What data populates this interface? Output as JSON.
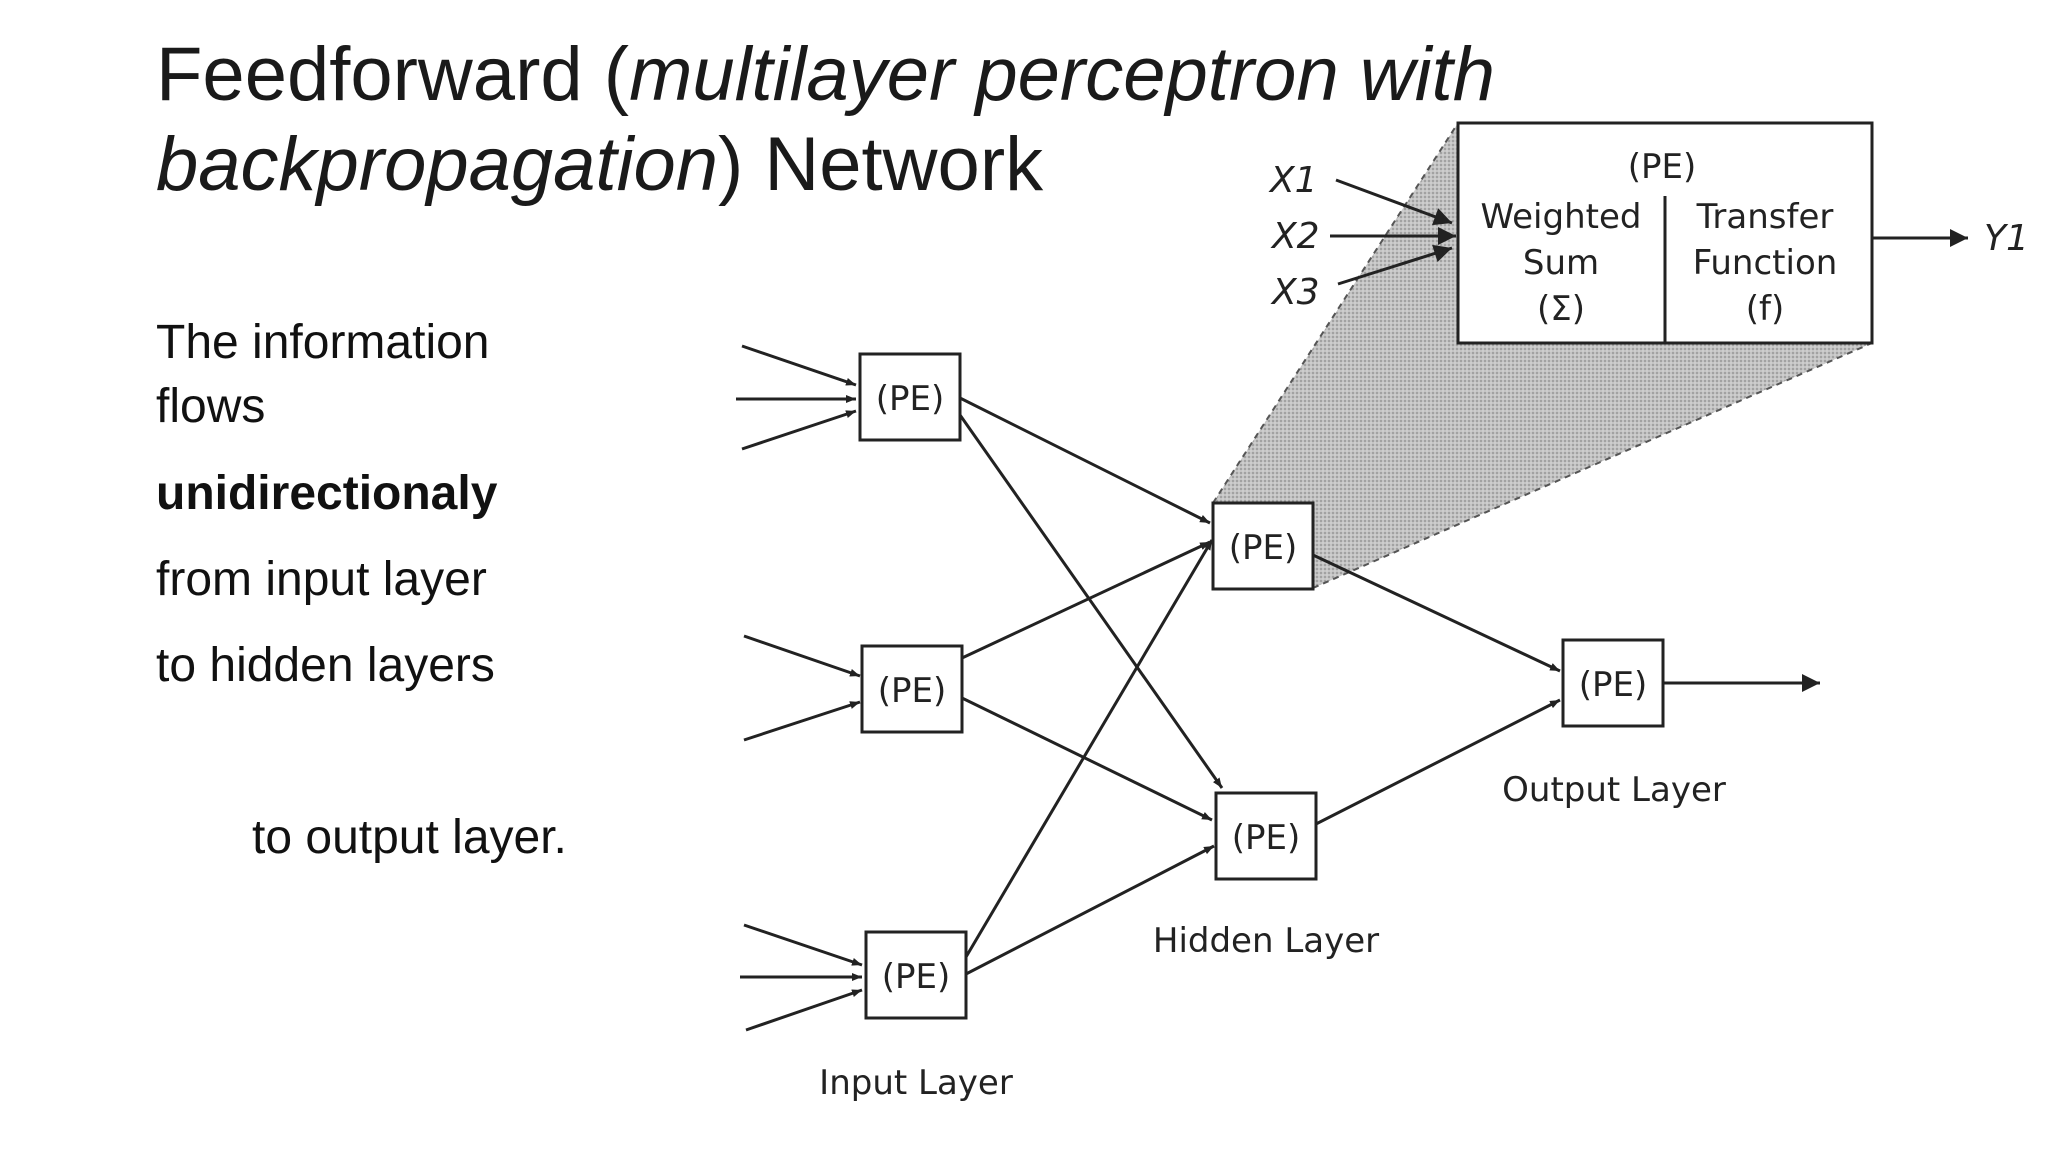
{
  "title": {
    "part1": "Feedforward (",
    "part2": "multilayer perceptron with",
    "part3": "backpropagation",
    "part4": ") Network"
  },
  "body": {
    "line1": "The information",
    "line2": "flows",
    "line3": "unidirectionaly",
    "line4": "from input layer",
    "line5": "to hidden layers",
    "line6": "to output layer."
  },
  "diagram": {
    "pe_label": "(PE)",
    "detail_title": "(PE)",
    "weighted_sum": [
      "Weighted",
      "Sum",
      "(Σ)"
    ],
    "transfer_function": [
      "Transfer",
      "Function",
      "(f)"
    ],
    "inputs": [
      "X1",
      "X2",
      "X3"
    ],
    "output": "Y1",
    "input_layer_label": "Input Layer",
    "hidden_layer_label": "Hidden Layer",
    "output_layer_label": "Output Layer"
  },
  "colors": {
    "ink": "#222222",
    "shade": "#b8b8b8"
  }
}
